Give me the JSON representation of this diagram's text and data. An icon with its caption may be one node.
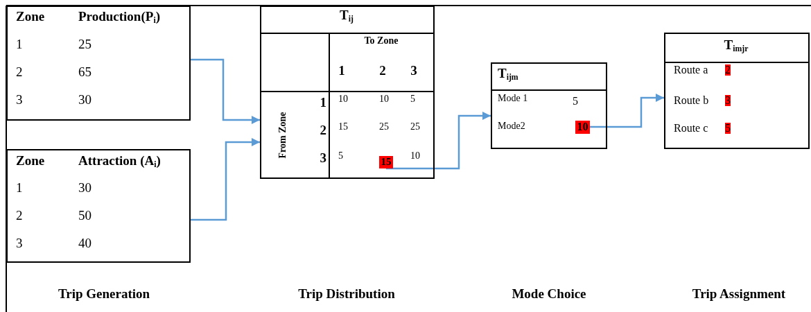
{
  "diagram": {
    "nodes": [
      {
        "text": [
          "Zone",
          "Production(P$_{i}$)",
          "1",
          "25",
          "2",
          "65",
          "3",
          "30"
        ]
      },
      {
        "text": [
          "Zone",
          "Attraction (A$_{i}$)",
          "1",
          "30",
          "2",
          "50",
          "3",
          "40"
        ]
      },
      {
        "text": [
          "T$_{ij}$",
          "To Zone",
          "1",
          "2",
          "3",
          "From Zone",
          "1",
          "2",
          "3",
          "10",
          "10",
          "5",
          "15",
          "25",
          "25",
          "5",
          "10"
        ]
      },
      {
        "text": [
          "15"
        ],
        "in": 2
      },
      {
        "text": [
          "T$_{ijm}$",
          "Mode 1",
          "5",
          "Mode2"
        ]
      },
      {
        "text": [
          "10"
        ],
        "in": 4
      },
      {
        "text": [
          "T$_{imjr}$",
          "Route a",
          "2",
          "Route b",
          "3",
          "Route c",
          "5"
        ]
      }
    ],
    "edges": [
      {
        "from": 0,
        "to": 2,
        "arrow": "to"
      },
      {
        "from": 1,
        "to": 2,
        "arrow": "to"
      },
      {
        "from": 3,
        "to": 4,
        "arrow": "to"
      },
      {
        "from": 5,
        "to": 6,
        "arrow": "to"
      }
    ],
    "labels": [
      "Trip Generation",
      "Trip Distribution",
      "Mode Choice",
      "Trip Assignment"
    ]
  }
}
